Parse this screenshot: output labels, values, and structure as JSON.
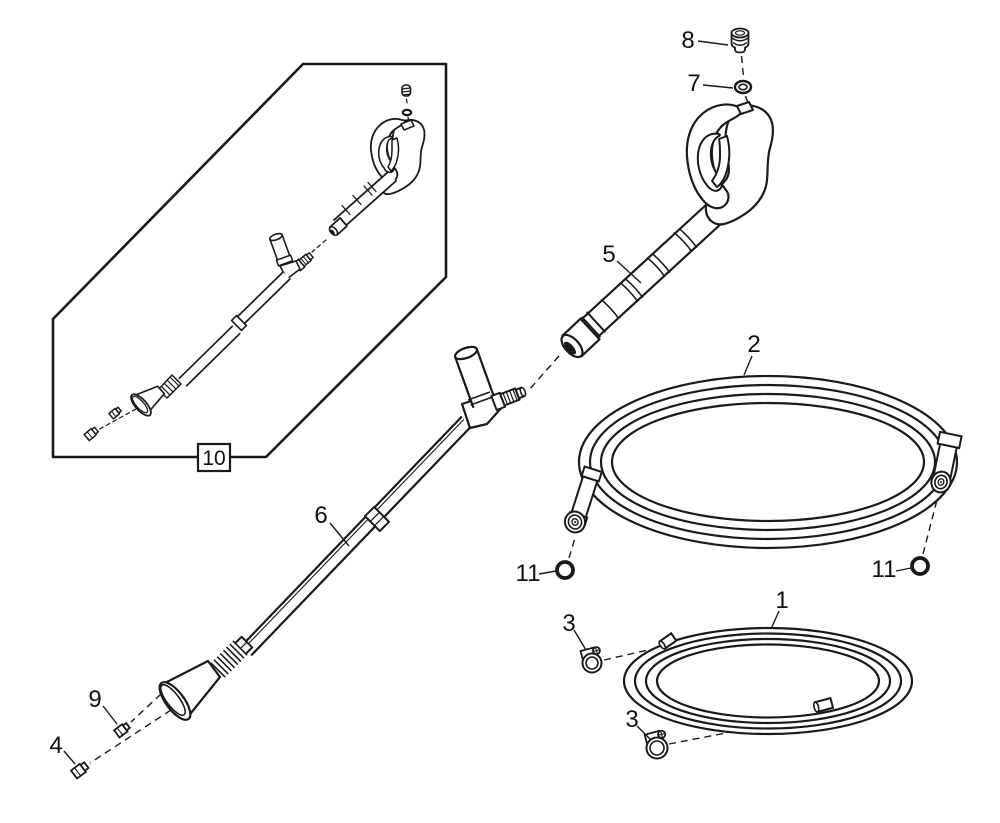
{
  "diagram": {
    "type": "exploded-parts-diagram",
    "background_color": "#ffffff",
    "line_color": "#1a1a1a",
    "text_color": "#111111",
    "callouts": {
      "plug": {
        "label": "8",
        "part": "threaded-plug"
      },
      "oring_gun": {
        "label": "7",
        "part": "o-ring"
      },
      "gun": {
        "label": "5",
        "part": "spray-gun"
      },
      "pressure_hose": {
        "label": "2",
        "part": "pressure-hose-coil"
      },
      "assembly": {
        "label": "10",
        "part": "gun-lance-assembly"
      },
      "lance": {
        "label": "6",
        "part": "lance-wand"
      },
      "nozzle_upper": {
        "label": "9",
        "part": "nozzle-tip"
      },
      "nozzle_lower": {
        "label": "4",
        "part": "nozzle-tip"
      },
      "oring_hose_left": {
        "label": "11",
        "part": "o-ring"
      },
      "oring_hose_right": {
        "label": "11",
        "part": "o-ring"
      },
      "garden_hose": {
        "label": "1",
        "part": "garden-hose-coil"
      },
      "clamp_upper": {
        "label": "3",
        "part": "hose-clamp"
      },
      "clamp_lower": {
        "label": "3",
        "part": "hose-clamp"
      }
    }
  }
}
